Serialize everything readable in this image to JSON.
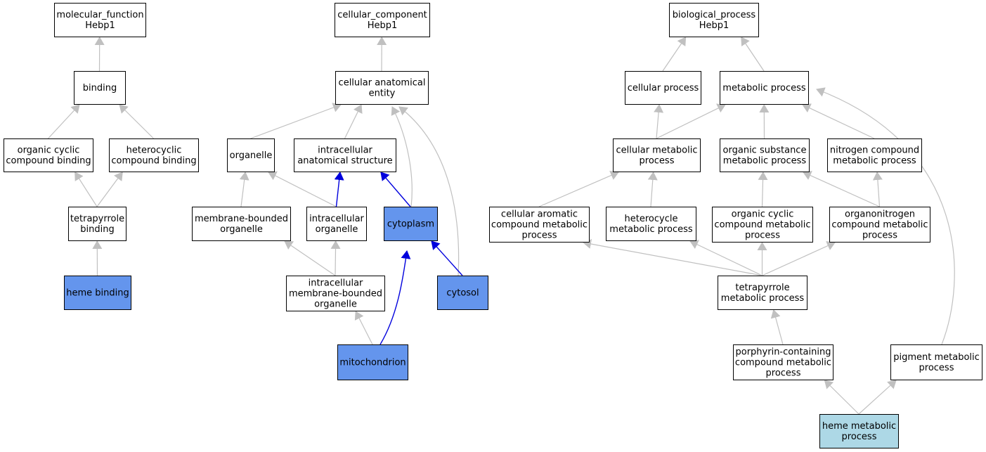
{
  "colors": {
    "edge_grey": "#c0c0c0",
    "edge_blue": "#0000dd",
    "node_default": "#ffffff",
    "node_annotated": "#6495ed",
    "node_query": "#add8e6",
    "node_border": "#000000"
  },
  "nodes": [
    {
      "id": "mf_root",
      "lines": [
        "molecular_function",
        "Hebp1"
      ],
      "fill": "default"
    },
    {
      "id": "binding",
      "lines": [
        "binding"
      ],
      "fill": "default"
    },
    {
      "id": "organic_cyclic_compound_binding",
      "lines": [
        "organic cyclic",
        "compound binding"
      ],
      "fill": "default"
    },
    {
      "id": "heterocyclic_compound_binding",
      "lines": [
        "heterocyclic",
        "compound binding"
      ],
      "fill": "default"
    },
    {
      "id": "tetrapyrrole_binding",
      "lines": [
        "tetrapyrrole",
        "binding"
      ],
      "fill": "default"
    },
    {
      "id": "heme_binding",
      "lines": [
        "heme binding"
      ],
      "fill": "annotated"
    },
    {
      "id": "cc_root",
      "lines": [
        "cellular_component",
        "Hebp1"
      ],
      "fill": "default"
    },
    {
      "id": "cellular_anatomical_entity",
      "lines": [
        "cellular anatomical",
        "entity"
      ],
      "fill": "default"
    },
    {
      "id": "organelle",
      "lines": [
        "organelle"
      ],
      "fill": "default"
    },
    {
      "id": "intracellular_anatomical_structure",
      "lines": [
        "intracellular",
        "anatomical structure"
      ],
      "fill": "default"
    },
    {
      "id": "membrane_bounded_organelle",
      "lines": [
        "membrane-bounded",
        "organelle"
      ],
      "fill": "default"
    },
    {
      "id": "intracellular_organelle",
      "lines": [
        "intracellular",
        "organelle"
      ],
      "fill": "default"
    },
    {
      "id": "cytoplasm",
      "lines": [
        "cytoplasm"
      ],
      "fill": "annotated"
    },
    {
      "id": "intracellular_membrane_bounded_organelle",
      "lines": [
        "intracellular",
        "membrane-bounded",
        "organelle"
      ],
      "fill": "default"
    },
    {
      "id": "cytosol",
      "lines": [
        "cytosol"
      ],
      "fill": "annotated"
    },
    {
      "id": "mitochondrion",
      "lines": [
        "mitochondrion"
      ],
      "fill": "annotated"
    },
    {
      "id": "bp_root",
      "lines": [
        "biological_process",
        "Hebp1"
      ],
      "fill": "default"
    },
    {
      "id": "cellular_process",
      "lines": [
        "cellular process"
      ],
      "fill": "default"
    },
    {
      "id": "metabolic_process",
      "lines": [
        "metabolic process"
      ],
      "fill": "default"
    },
    {
      "id": "cellular_metabolic_process",
      "lines": [
        "cellular metabolic",
        "process"
      ],
      "fill": "default"
    },
    {
      "id": "organic_substance_metabolic_process",
      "lines": [
        "organic substance",
        "metabolic process"
      ],
      "fill": "default"
    },
    {
      "id": "nitrogen_compound_metabolic_process",
      "lines": [
        "nitrogen compound",
        "metabolic process"
      ],
      "fill": "default"
    },
    {
      "id": "cellular_aromatic_compound_metabolic_process",
      "lines": [
        "cellular aromatic",
        "compound metabolic",
        "process"
      ],
      "fill": "default"
    },
    {
      "id": "heterocycle_metabolic_process",
      "lines": [
        "heterocycle",
        "metabolic process"
      ],
      "fill": "default"
    },
    {
      "id": "organic_cyclic_compound_metabolic_process",
      "lines": [
        "organic cyclic",
        "compound metabolic",
        "process"
      ],
      "fill": "default"
    },
    {
      "id": "organonitrogen_compound_metabolic_process",
      "lines": [
        "organonitrogen",
        "compound metabolic",
        "process"
      ],
      "fill": "default"
    },
    {
      "id": "tetrapyrrole_metabolic_process",
      "lines": [
        "tetrapyrrole",
        "metabolic process"
      ],
      "fill": "default"
    },
    {
      "id": "porphyrin_containing_compound_metabolic_process",
      "lines": [
        "porphyrin-containing",
        "compound metabolic",
        "process"
      ],
      "fill": "default"
    },
    {
      "id": "pigment_metabolic_process",
      "lines": [
        "pigment metabolic",
        "process"
      ],
      "fill": "default"
    },
    {
      "id": "heme_metabolic_process",
      "lines": [
        "heme metabolic",
        "process"
      ],
      "fill": "query"
    }
  ],
  "edges": [
    {
      "from": "binding",
      "to": "mf_root",
      "color": "grey"
    },
    {
      "from": "organic_cyclic_compound_binding",
      "to": "binding",
      "color": "grey"
    },
    {
      "from": "heterocyclic_compound_binding",
      "to": "binding",
      "color": "grey"
    },
    {
      "from": "tetrapyrrole_binding",
      "to": "organic_cyclic_compound_binding",
      "color": "grey"
    },
    {
      "from": "tetrapyrrole_binding",
      "to": "heterocyclic_compound_binding",
      "color": "grey"
    },
    {
      "from": "heme_binding",
      "to": "tetrapyrrole_binding",
      "color": "grey"
    },
    {
      "from": "cellular_anatomical_entity",
      "to": "cc_root",
      "color": "grey"
    },
    {
      "from": "organelle",
      "to": "cellular_anatomical_entity",
      "color": "grey"
    },
    {
      "from": "intracellular_anatomical_structure",
      "to": "cellular_anatomical_entity",
      "color": "grey"
    },
    {
      "from": "cytoplasm",
      "to": "cellular_anatomical_entity",
      "color": "grey"
    },
    {
      "from": "cytosol",
      "to": "cellular_anatomical_entity",
      "color": "grey"
    },
    {
      "from": "membrane_bounded_organelle",
      "to": "organelle",
      "color": "grey"
    },
    {
      "from": "intracellular_organelle",
      "to": "organelle",
      "color": "grey"
    },
    {
      "from": "intracellular_organelle",
      "to": "intracellular_anatomical_structure",
      "color": "blue"
    },
    {
      "from": "cytoplasm",
      "to": "intracellular_anatomical_structure",
      "color": "blue"
    },
    {
      "from": "intracellular_membrane_bounded_organelle",
      "to": "membrane_bounded_organelle",
      "color": "grey"
    },
    {
      "from": "intracellular_membrane_bounded_organelle",
      "to": "intracellular_organelle",
      "color": "grey"
    },
    {
      "from": "cytosol",
      "to": "cytoplasm",
      "color": "blue"
    },
    {
      "from": "mitochondrion",
      "to": "cytoplasm",
      "color": "blue"
    },
    {
      "from": "mitochondrion",
      "to": "intracellular_membrane_bounded_organelle",
      "color": "grey"
    },
    {
      "from": "cellular_process",
      "to": "bp_root",
      "color": "grey"
    },
    {
      "from": "metabolic_process",
      "to": "bp_root",
      "color": "grey"
    },
    {
      "from": "cellular_metabolic_process",
      "to": "cellular_process",
      "color": "grey"
    },
    {
      "from": "cellular_metabolic_process",
      "to": "metabolic_process",
      "color": "grey"
    },
    {
      "from": "organic_substance_metabolic_process",
      "to": "metabolic_process",
      "color": "grey"
    },
    {
      "from": "nitrogen_compound_metabolic_process",
      "to": "metabolic_process",
      "color": "grey"
    },
    {
      "from": "pigment_metabolic_process",
      "to": "metabolic_process",
      "color": "grey"
    },
    {
      "from": "cellular_aromatic_compound_metabolic_process",
      "to": "cellular_metabolic_process",
      "color": "grey"
    },
    {
      "from": "heterocycle_metabolic_process",
      "to": "cellular_metabolic_process",
      "color": "grey"
    },
    {
      "from": "organic_cyclic_compound_metabolic_process",
      "to": "organic_substance_metabolic_process",
      "color": "grey"
    },
    {
      "from": "organonitrogen_compound_metabolic_process",
      "to": "organic_substance_metabolic_process",
      "color": "grey"
    },
    {
      "from": "organonitrogen_compound_metabolic_process",
      "to": "nitrogen_compound_metabolic_process",
      "color": "grey"
    },
    {
      "from": "tetrapyrrole_metabolic_process",
      "to": "cellular_aromatic_compound_metabolic_process",
      "color": "grey"
    },
    {
      "from": "tetrapyrrole_metabolic_process",
      "to": "heterocycle_metabolic_process",
      "color": "grey"
    },
    {
      "from": "tetrapyrrole_metabolic_process",
      "to": "organic_cyclic_compound_metabolic_process",
      "color": "grey"
    },
    {
      "from": "tetrapyrrole_metabolic_process",
      "to": "organonitrogen_compound_metabolic_process",
      "color": "grey"
    },
    {
      "from": "porphyrin_containing_compound_metabolic_process",
      "to": "tetrapyrrole_metabolic_process",
      "color": "grey"
    },
    {
      "from": "heme_metabolic_process",
      "to": "porphyrin_containing_compound_metabolic_process",
      "color": "grey"
    },
    {
      "from": "heme_metabolic_process",
      "to": "pigment_metabolic_process",
      "color": "grey"
    }
  ]
}
